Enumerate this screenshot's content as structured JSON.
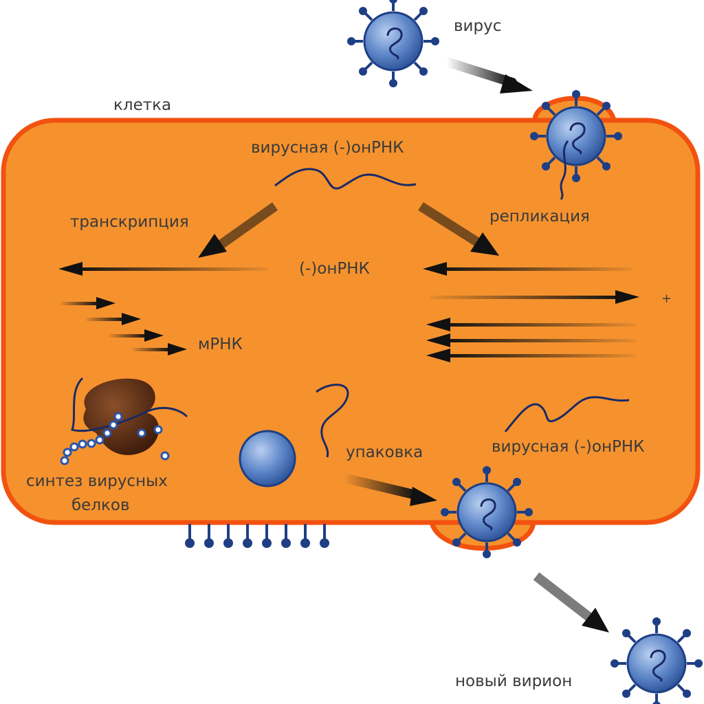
{
  "labels": {
    "virus": "вирус",
    "cell": "клетка",
    "viral_rna_top": "вирусная (-)онРНК",
    "transcription": "транскрипция",
    "replication": "репликация",
    "minus_rna": "(-)онРНК",
    "plus": "+",
    "mrna": "мРНК",
    "packaging": "упаковка",
    "viral_rna_right": "вирусная (-)онРНК",
    "protein_synthesis_line1": "синтез вирусных",
    "protein_synthesis_line2": "белков",
    "new_virion": "новый вирион"
  },
  "colors": {
    "cell_fill": "#f5922e",
    "cell_border": "#f2520f",
    "virus_blue": "#5a84c7",
    "spike_blue": "#1e3f85",
    "rna_strand": "#1a2a66",
    "arrow": "#111111",
    "ribosome": "#5a2e14"
  }
}
